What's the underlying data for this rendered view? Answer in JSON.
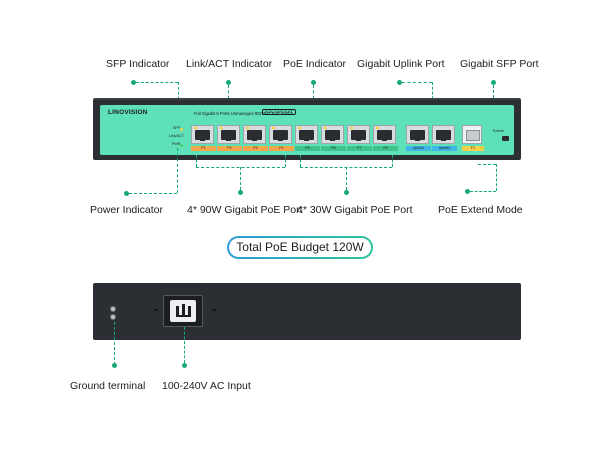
{
  "front_panel": {
    "brand": "LINOVISION",
    "description": "Full Gigabit 8 Ports Unmanaged 802.3BT PoE Switch",
    "model": "POE-SW508-BT",
    "led_labels": [
      "SFP",
      "Link/ACT",
      "PWR"
    ],
    "port_strips": {
      "bt": [
        "P1",
        "P2",
        "P3",
        "P4"
      ],
      "at": [
        "P5",
        "P6",
        "P7",
        "P8"
      ],
      "uplink": [
        "Uplink1",
        "Uplink2"
      ],
      "sfp": "F1"
    },
    "extend_label": "Extend"
  },
  "callouts": {
    "sfp_indicator": "SFP Indicator",
    "link_act_indicator": "Link/ACT Indicator",
    "poe_indicator": "PoE Indicator",
    "gigabit_uplink_port": "Gigabit Uplink Port",
    "gigabit_sfp_port": "Gigabit SFP Port",
    "power_indicator": "Power Indicator",
    "poe_90w": "4* 90W Gigabit PoE Port",
    "poe_30w": "4* 30W Gigabit PoE Port",
    "poe_extend_mode": "PoE Extend Mode"
  },
  "budget": "Total PoE Budget 120W",
  "rear_callouts": {
    "ground_terminal": "Ground terminal",
    "ac_input": "100-240V AC Input"
  },
  "colors": {
    "accent": "#16a878",
    "panel_green": "#5ee0b8",
    "chassis": "#2b2e33",
    "strip_orange": "#f3a64a",
    "strip_green": "#3fc28c",
    "strip_blue": "#3fb6e8",
    "strip_yellow": "#f2d24b"
  }
}
